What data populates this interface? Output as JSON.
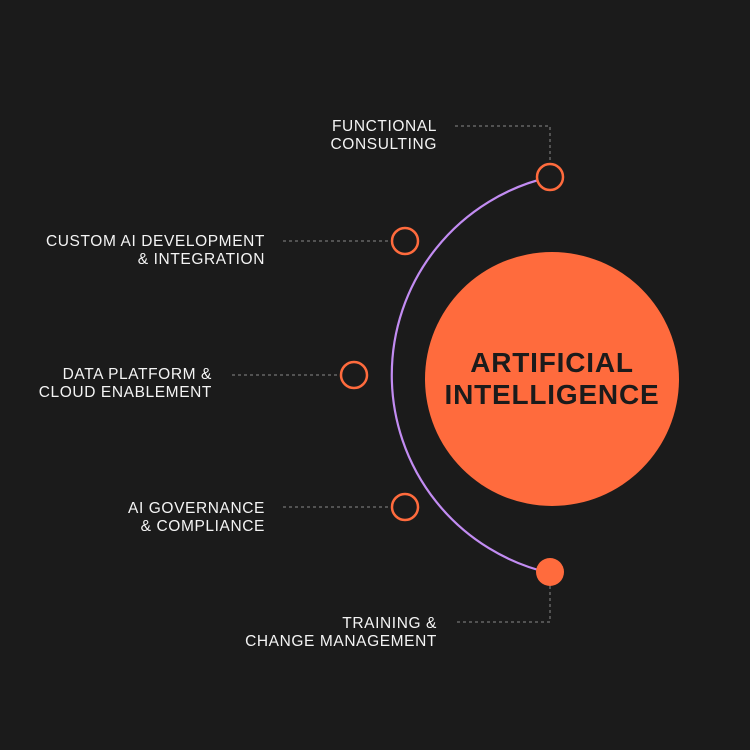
{
  "center": {
    "line1": "ARTIFICIAL",
    "line2": "INTELLIGENCE"
  },
  "items": [
    {
      "line1": "FUNCTIONAL",
      "line2": "CONSULTING"
    },
    {
      "line1": "CUSTOM AI DEVELOPMENT",
      "line2": "& INTEGRATION"
    },
    {
      "line1": "DATA PLATFORM &",
      "line2": "CLOUD ENABLEMENT"
    },
    {
      "line1": "AI GOVERNANCE",
      "line2": "& COMPLIANCE"
    },
    {
      "line1": "TRAINING &",
      "line2": "CHANGE MANAGEMENT"
    }
  ],
  "colors": {
    "background": "#1b1b1b",
    "accent": "#ff6b3d",
    "arc": "#c28cf2",
    "text": "#f4f4f4",
    "connector": "#8a8a8a"
  }
}
